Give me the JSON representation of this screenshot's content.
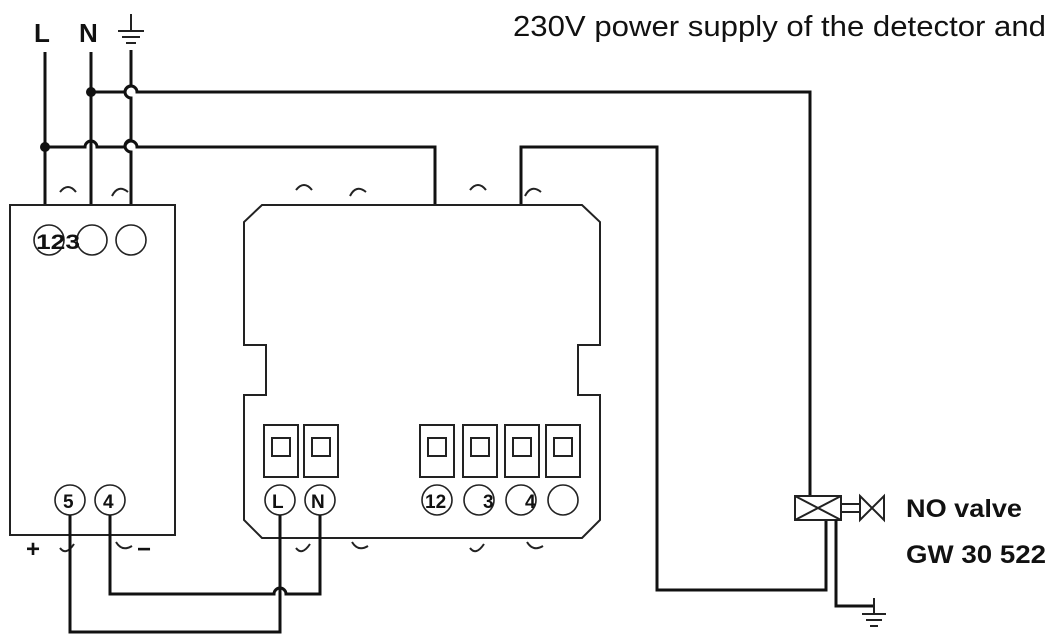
{
  "header": {
    "supply_note": "230V power supply of the detector and"
  },
  "mains": {
    "line": "L",
    "neutral": "N"
  },
  "supply_unit": {
    "top_terminals": "123",
    "bottom_terminals": [
      "5",
      "4"
    ],
    "polarity": [
      "+",
      "−"
    ]
  },
  "detector": {
    "power_terminals": [
      "L",
      "N"
    ],
    "relay_terminals": [
      "12",
      "3",
      "4"
    ]
  },
  "valve": {
    "name": "NO valve",
    "code": "GW 30 522"
  }
}
